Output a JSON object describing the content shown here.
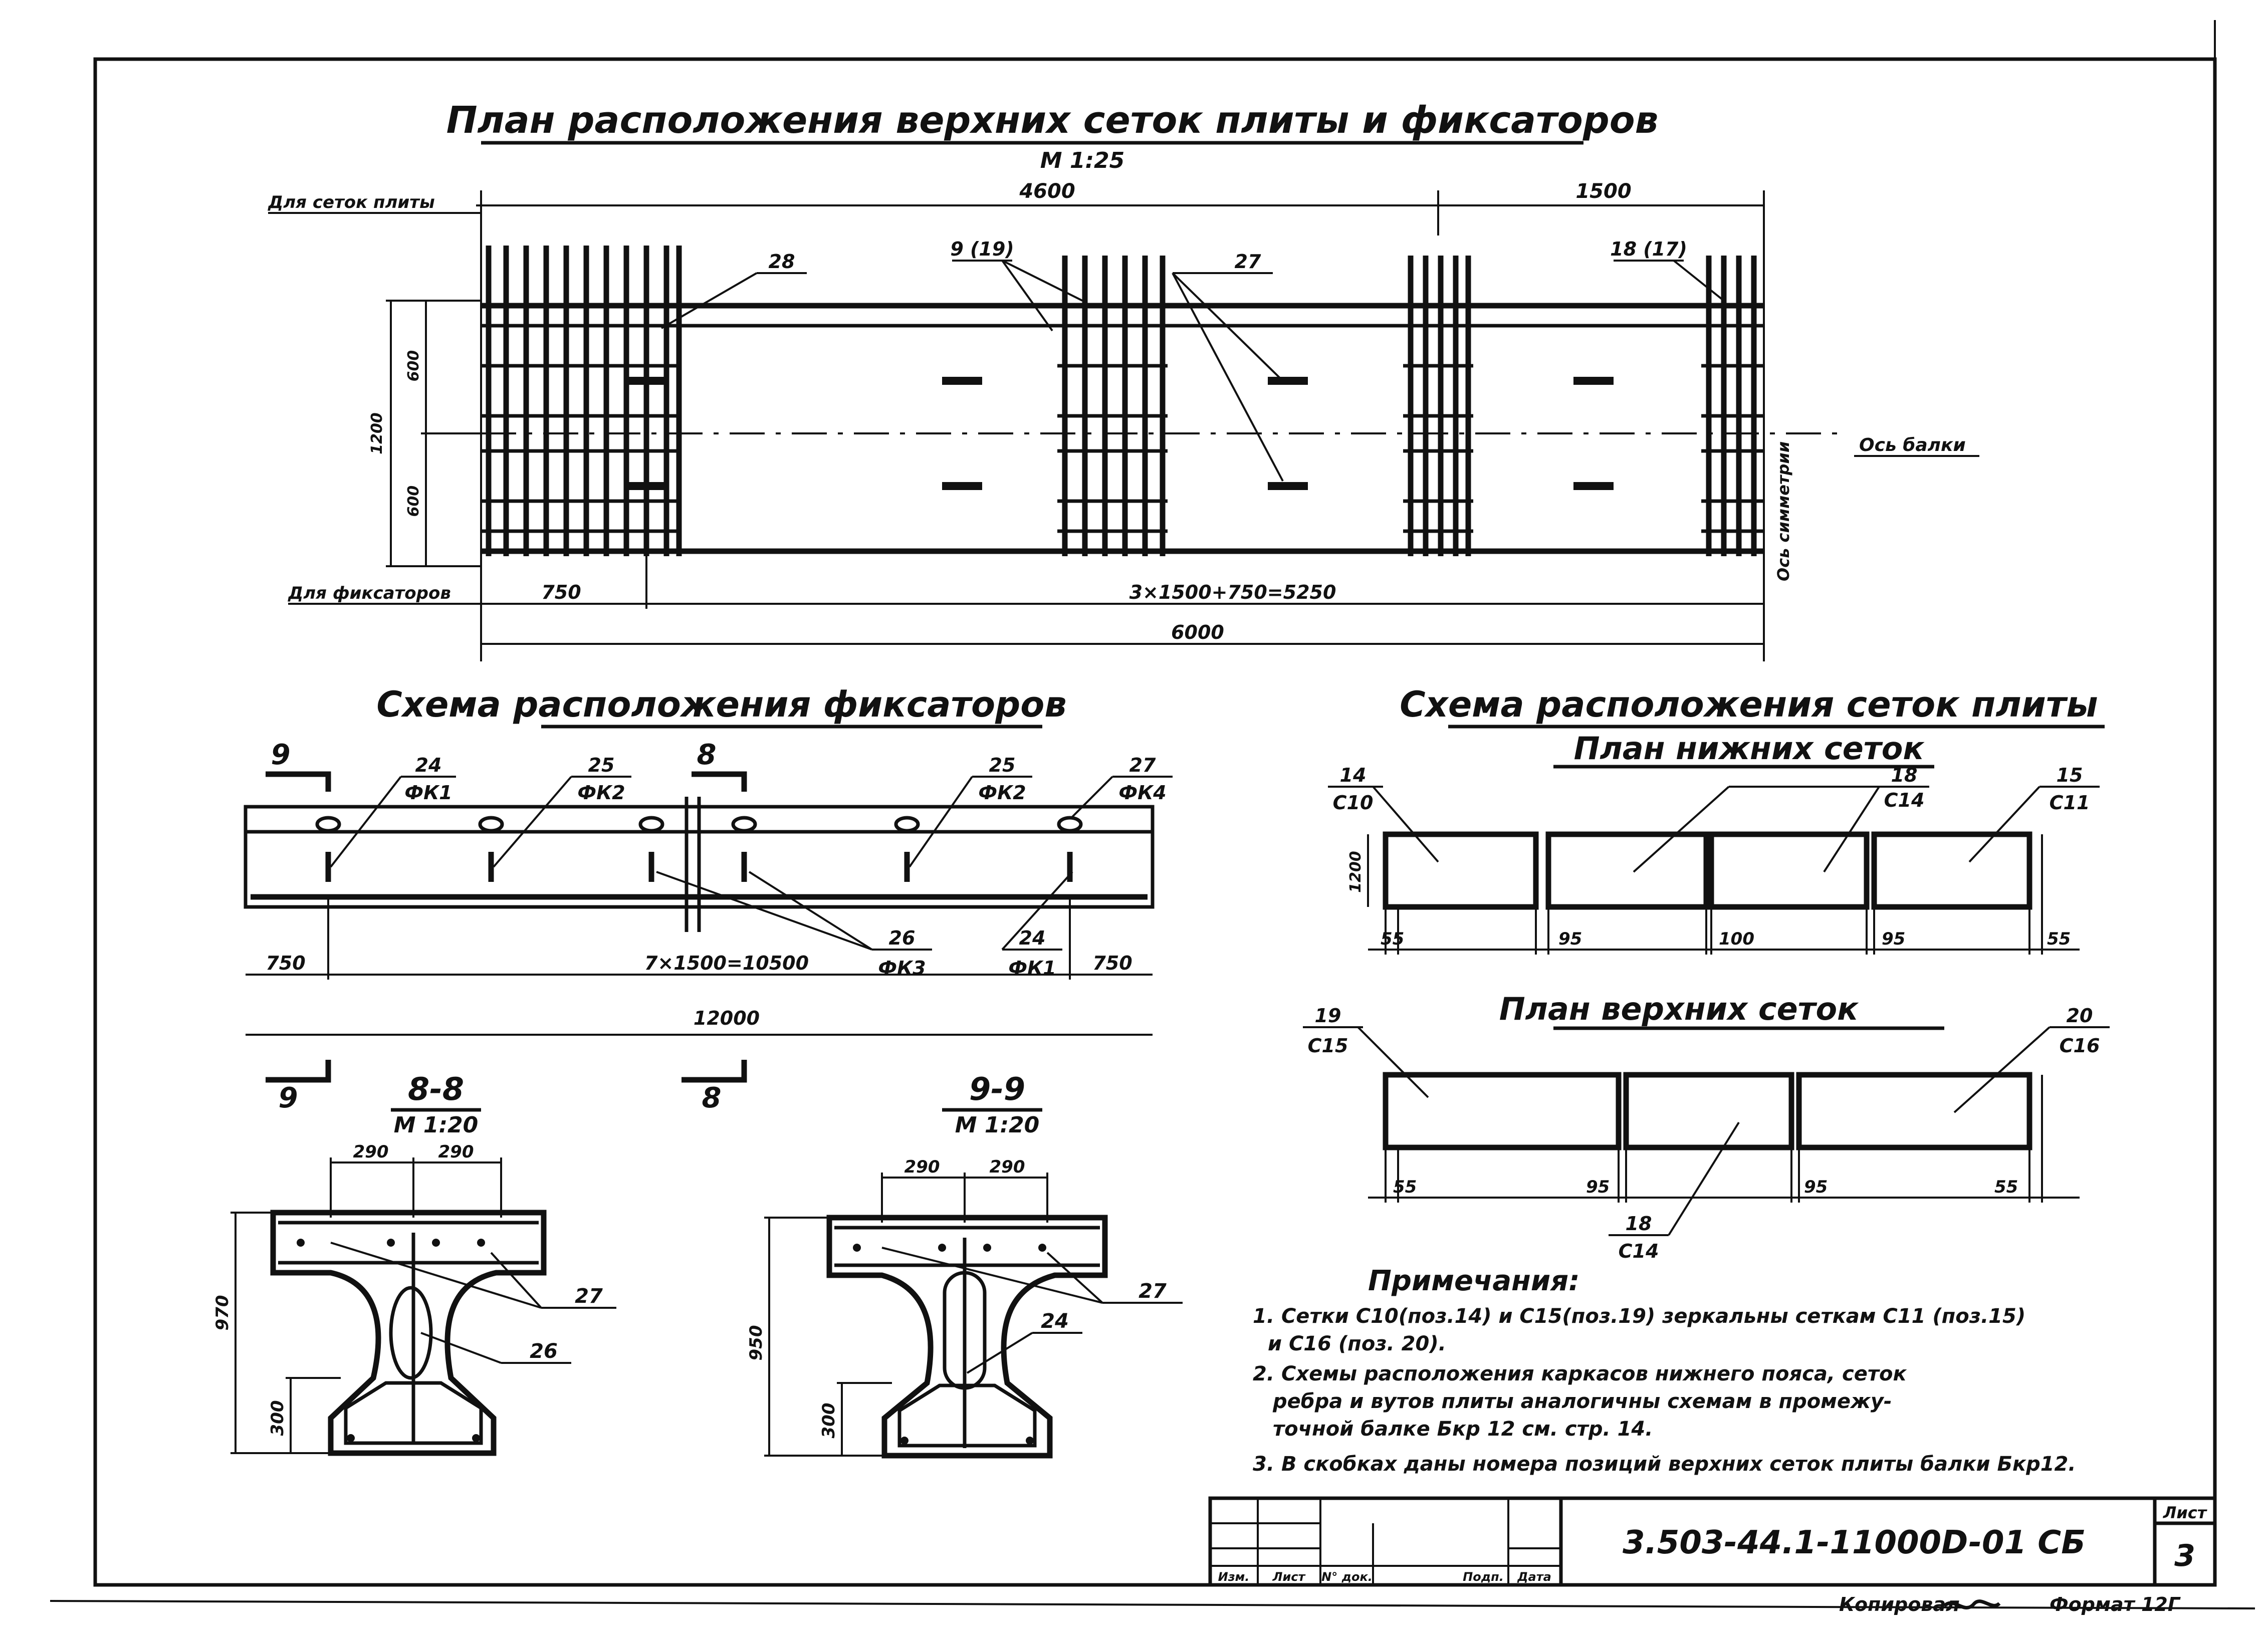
{
  "colors": {
    "ink": "#111111",
    "paper": "#ffffff"
  },
  "plan": {
    "title": "План расположения верхних сеток плиты и фиксаторов",
    "scale": "М 1:25",
    "left_label_nets": "Для сеток плиты",
    "left_label_fixators": "Для фиксаторов",
    "dim_top_left": "4600",
    "dim_top_right": "1500",
    "dim_left_total": "1200",
    "dim_left_upper": "600",
    "dim_left_lower": "600",
    "dim_bottom_first": "750",
    "dim_bottom_formula": "3×1500+750=5250",
    "dim_bottom_total": "6000",
    "callout_28": "28",
    "callout_9_19": "9 (19)",
    "callout_27": "27",
    "callout_18_17": "18 (17)",
    "axis_label": "Ось балки",
    "symmetry_label": "Ось симметрии"
  },
  "fixator_scheme": {
    "title": "Схема расположения фиксаторов",
    "section_9": "9",
    "section_8": "8",
    "c24_pos": "24",
    "c24_type": "ФК1",
    "c25_pos": "25",
    "c25_type": "ФК2",
    "c25b_pos": "25",
    "c25b_type": "ФК2",
    "c27_pos": "27",
    "c27_type": "ФК4",
    "c26_pos": "26",
    "c26_type": "ФК3",
    "c24b_pos": "24",
    "c24b_type": "ФК1",
    "dim_left": "750",
    "dim_formula": "7×1500=10500",
    "dim_right": "750",
    "dim_total": "12000"
  },
  "net_scheme": {
    "title": "Схема расположения сеток плиты",
    "lower_title": "План нижних сеток",
    "upper_title": "План верхних сеток",
    "lower_c1_pos": "14",
    "lower_c1_mark": "С10",
    "lower_c2_pos": "18",
    "lower_c2_mark": "С14",
    "lower_c3_pos": "15",
    "lower_c3_mark": "С11",
    "lower_height": "1200",
    "lower_gaps": [
      "55",
      "95",
      "100",
      "95",
      "55"
    ],
    "upper_c1_pos": "19",
    "upper_c1_mark": "С15",
    "upper_c2_pos": "20",
    "upper_c2_mark": "С16",
    "upper_c3_pos": "18",
    "upper_c3_mark": "С14",
    "upper_gaps": [
      "55",
      "95",
      "95",
      "55"
    ]
  },
  "section_88": {
    "title": "8-8",
    "scale": "М 1:20",
    "dim_a": "290",
    "dim_b": "290",
    "height": "970",
    "bottom": "300",
    "callout_27": "27",
    "callout_26": "26"
  },
  "section_99": {
    "title": "9-9",
    "scale": "М 1:20",
    "dim_a": "290",
    "dim_b": "290",
    "height": "950",
    "bottom": "300",
    "callout_27": "27",
    "callout_24": "24"
  },
  "notes": {
    "title": "Примечания:",
    "items": [
      "1. Сетки С10(поз.14) и С15(поз.19) зеркальны сеткам С11 (поз.15)",
      "и С16 (поз. 20).",
      "2. Схемы расположения каркасов нижнего пояса, сеток",
      "ребра и вутов плиты аналогичны схемам в промежу-",
      "точной балке Бкр 12 см. стр. 14.",
      "3. В скобках даны номера позиций верхних сеток плиты балки Бкр12."
    ]
  },
  "title_block": {
    "code": "3.503-44.1-11000D-01 СБ",
    "sheet_label": "Лист",
    "sheet_number": "3",
    "col_izm": "Изм.",
    "col_list": "Лист",
    "col_ndoc": "N° док.",
    "col_podp": "Подп.",
    "col_data": "Дата",
    "copied": "Копировал",
    "format": "Формат 12Г"
  }
}
